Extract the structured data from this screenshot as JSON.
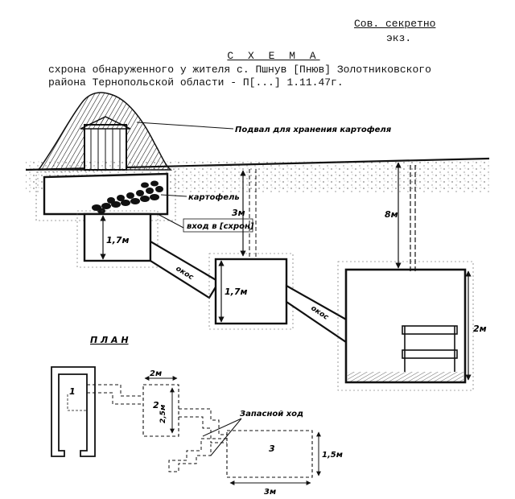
{
  "header": {
    "secret": "Сов. секретно",
    "copy": "экз.",
    "scheme": "С Х Е М А",
    "caption_line1": "схрона обнаруженного у жителя с. Пшнув [Пнюв] Золотниковского",
    "caption_line2": "района Тернопольской области - П[...] 1.11.47г."
  },
  "section": {
    "cellar_label": "Подвал для хранения картофеля",
    "potato_label": "картофель",
    "entrance_label": "вход в [схрон]",
    "depth_3m": "3м",
    "depth_8m": "8м",
    "height_left": "1,7м",
    "height_mid": "1,7м",
    "height_right": "2м",
    "slope_1": "окос",
    "slope_2": "окос"
  },
  "plan": {
    "title": "П Л А Н",
    "room_1": "1",
    "room_2": "2",
    "room_3": "3",
    "dim_2m": "2м",
    "dim_25m": "2,5м",
    "dim_15m": "1,5м",
    "dim_3m": "3м",
    "spare_exit": "Запасной ход"
  }
}
